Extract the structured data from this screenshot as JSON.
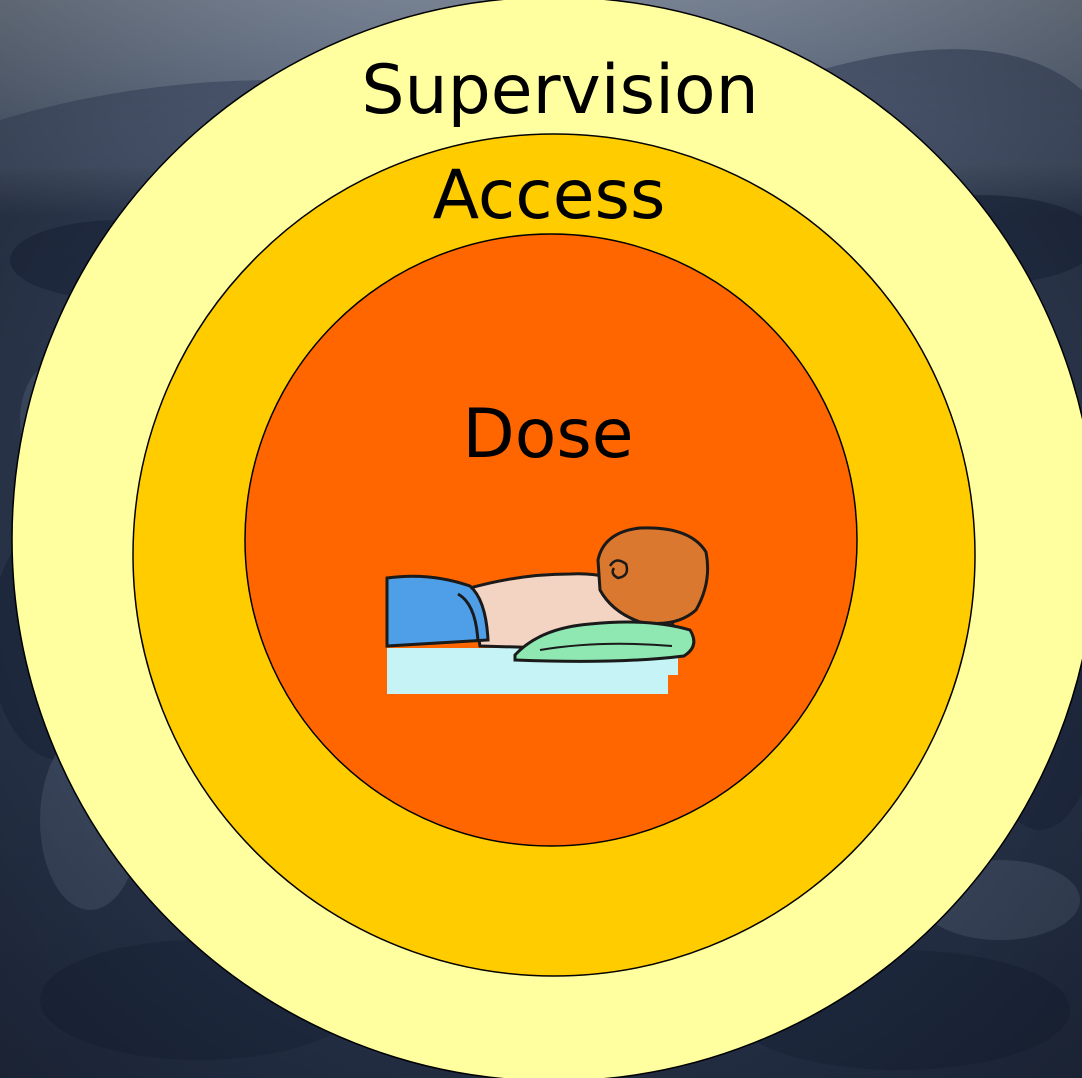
{
  "diagram": {
    "rings": [
      {
        "id": "supervision",
        "label": "Supervision",
        "color": "#FFFFA0"
      },
      {
        "id": "access",
        "label": "Access",
        "color": "#FFCC00"
      },
      {
        "id": "dose",
        "label": "Dose",
        "color": "#FF6600"
      }
    ],
    "figure": "patient-lying-prone-illustration",
    "background": "aerial-photo-of-facility"
  }
}
